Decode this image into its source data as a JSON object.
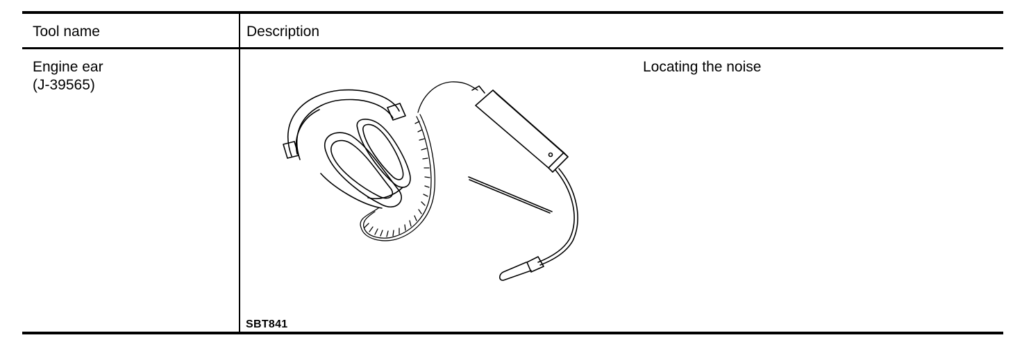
{
  "table": {
    "headers": {
      "tool_name": "Tool name",
      "description": "Description"
    },
    "rows": [
      {
        "tool_name": "Engine ear",
        "tool_number": "(J-39565)",
        "description_title": "Locating the noise",
        "figure_code": "SBT841"
      }
    ]
  },
  "illustration": {
    "subject": "headphones-with-microphone-probe",
    "icons": [
      "headphones-icon",
      "amplifier-box-icon",
      "probe-rod-icon",
      "coiled-cord-icon",
      "microphone-plug-icon"
    ]
  },
  "colors": {
    "ink": "#000000",
    "paper": "#ffffff"
  }
}
